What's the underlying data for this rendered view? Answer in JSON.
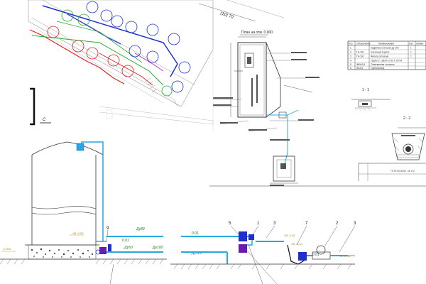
{
  "sheet": {
    "stamp_text": "(10) 70",
    "corner_letter": "C",
    "plan_title": "План на отм. 0.000",
    "section_1": "1 - 1",
    "section_2": "2 - 2",
    "frame_text": "ГП.ПГ.00.00.00 - 00 Л.2"
  },
  "spec_table": {
    "headers": [
      "Поз.",
      "Обозначение",
      "Наименование",
      "Кол.",
      "Приме-"
    ],
    "rows": [
      [
        "1",
        "",
        "Задвижка стальная ду 100",
        "1",
        ""
      ],
      [
        "2",
        "ГН-100",
        "Насосный агрегат",
        "1",
        ""
      ],
      [
        "3",
        "ГН-100",
        "Фильтр сетчатый",
        "1",
        ""
      ],
      [
        "4",
        "",
        "Труба ст. 108х4.0 ГОСТ 10704",
        "",
        ""
      ],
      [
        "5",
        "Ф89х3.5",
        "Ответвление стальное",
        "",
        ""
      ],
      [
        "6",
        "Ф32х2",
        "Трубопровод",
        "",
        ""
      ]
    ]
  },
  "bottom_section": {
    "pipe_labels": [
      "Ду89",
      "Ду50",
      "Ду100",
      "Ду100"
    ],
    "slope_labels": [
      "0.01",
      "0.01",
      "0.01"
    ],
    "level_marks": [
      "УВ -0.50",
      "0.000",
      "УВ -0.40",
      "УВ -0.10",
      "УВ -0.10"
    ],
    "callouts": [
      "9",
      "5",
      "1",
      "3",
      "7",
      "2",
      "3"
    ]
  },
  "colors": {
    "supply_red": "#e02020",
    "return_blue": "#2030d0",
    "cold_green": "#20b030",
    "pipe_cyan": "#27a8df",
    "tank_purple": "#6a1bb0",
    "level_gold": "#b8860b"
  }
}
